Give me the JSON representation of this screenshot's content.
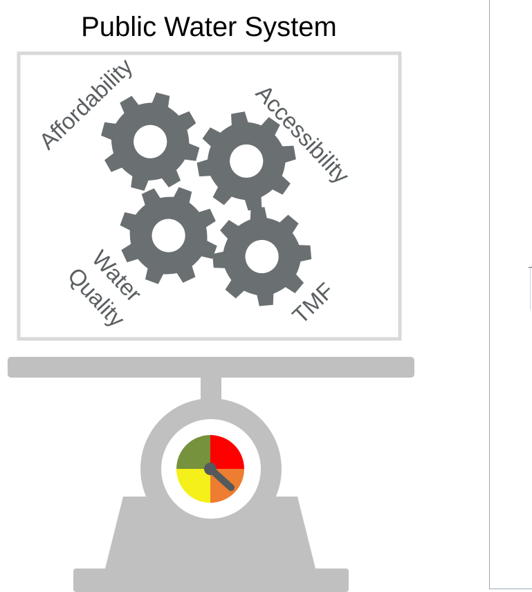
{
  "title": "Public Water System",
  "labels": {
    "affordability": "Affordability",
    "accessibility": "Accessibility",
    "water": "Water",
    "quality": "Quality",
    "tmf": "TMF"
  },
  "colors": {
    "frame": "#d9d9d9",
    "gear": "#6a7072",
    "scale": "#c0c0c0",
    "dial_green": "#76923c",
    "dial_red": "#ff0000",
    "dial_yellow": "#f5f019",
    "dial_orange": "#ed7d31",
    "needle": "#545a5c"
  },
  "icons": [
    "gear-icon",
    "scale-icon",
    "gauge-icon"
  ]
}
